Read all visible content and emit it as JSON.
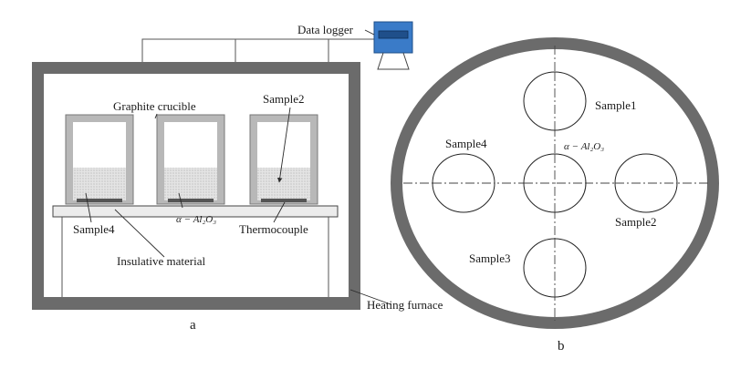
{
  "figure": {
    "panel_a": {
      "caption": "a",
      "labels": {
        "data_logger": "Data logger",
        "graphite_crucible": "Graphite crucible",
        "sample2": "Sample2",
        "sample4": "Sample4",
        "alumina": "α − Al₂O₃",
        "thermocouple": "Thermocouple",
        "insulative_material": "Insulative material",
        "heating_furnace": "Heating furnace"
      }
    },
    "panel_b": {
      "caption": "b",
      "labels": {
        "sample1": "Sample1",
        "sample2": "Sample2",
        "sample3": "Sample3",
        "sample4": "Sample4",
        "alumina": "α − Al₂O₃"
      }
    }
  },
  "colors": {
    "furnace_wall": "#6b6b6b",
    "crucible": "#b8b8b8",
    "sample_fill": "#e2e2e2",
    "logger_blue": "#3a7bc8",
    "line": "#3a3a3a"
  }
}
